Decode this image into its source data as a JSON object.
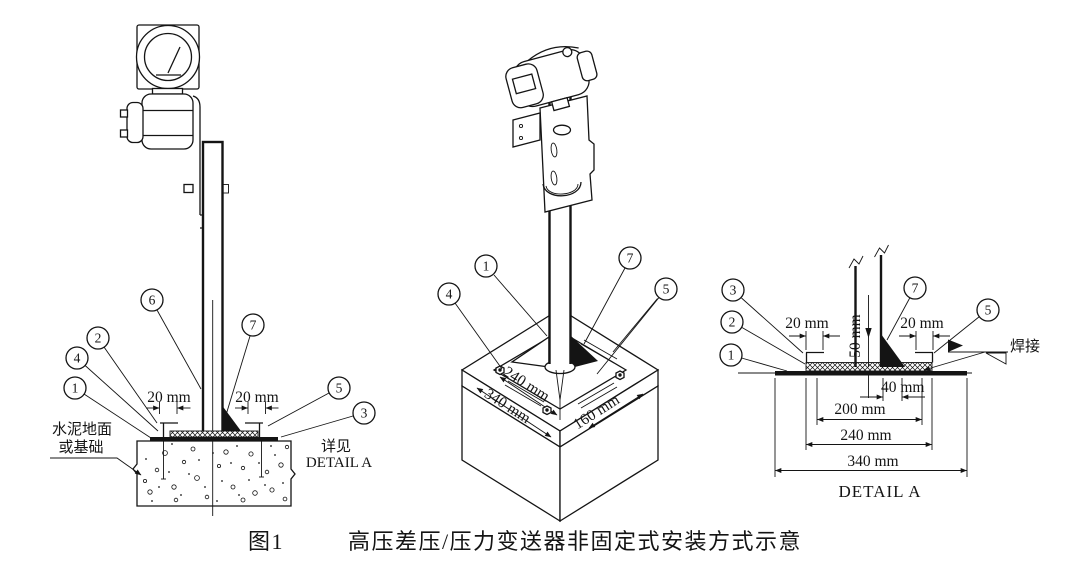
{
  "caption": {
    "prefix": "图1",
    "text": "高压差压/压力变送器非固定式安装方式示意"
  },
  "left_view": {
    "callout_6": "6",
    "callout_7": "7",
    "callout_2": "2",
    "callout_4": "4",
    "callout_1": "1",
    "callout_5": "5",
    "callout_3": "3",
    "dim_left": "20 mm",
    "dim_right": "20 mm",
    "ground_label_line1": "水泥地面",
    "ground_label_line2": "或基础",
    "see_detail_line1": "详见",
    "see_detail_line2": "DETAIL A"
  },
  "middle_view": {
    "callout_4": "4",
    "callout_1": "1",
    "callout_7": "7",
    "callout_5": "5",
    "dim_240": "240 mm",
    "dim_340": "340 mm",
    "dim_160": "160 mm"
  },
  "detail_view": {
    "callout_3": "3",
    "callout_2": "2",
    "callout_1": "1",
    "callout_7": "7",
    "callout_5": "5",
    "dim_left20": "20 mm",
    "dim_right20": "20 mm",
    "dim_50": "50 mm",
    "dim_40": "40 mm",
    "dim_200": "200 mm",
    "dim_240": "240 mm",
    "dim_340": "340 mm",
    "weld_label": "焊接",
    "title": "DETAIL A"
  },
  "colors": {
    "ink": "#141414",
    "bg": "#ffffff"
  }
}
